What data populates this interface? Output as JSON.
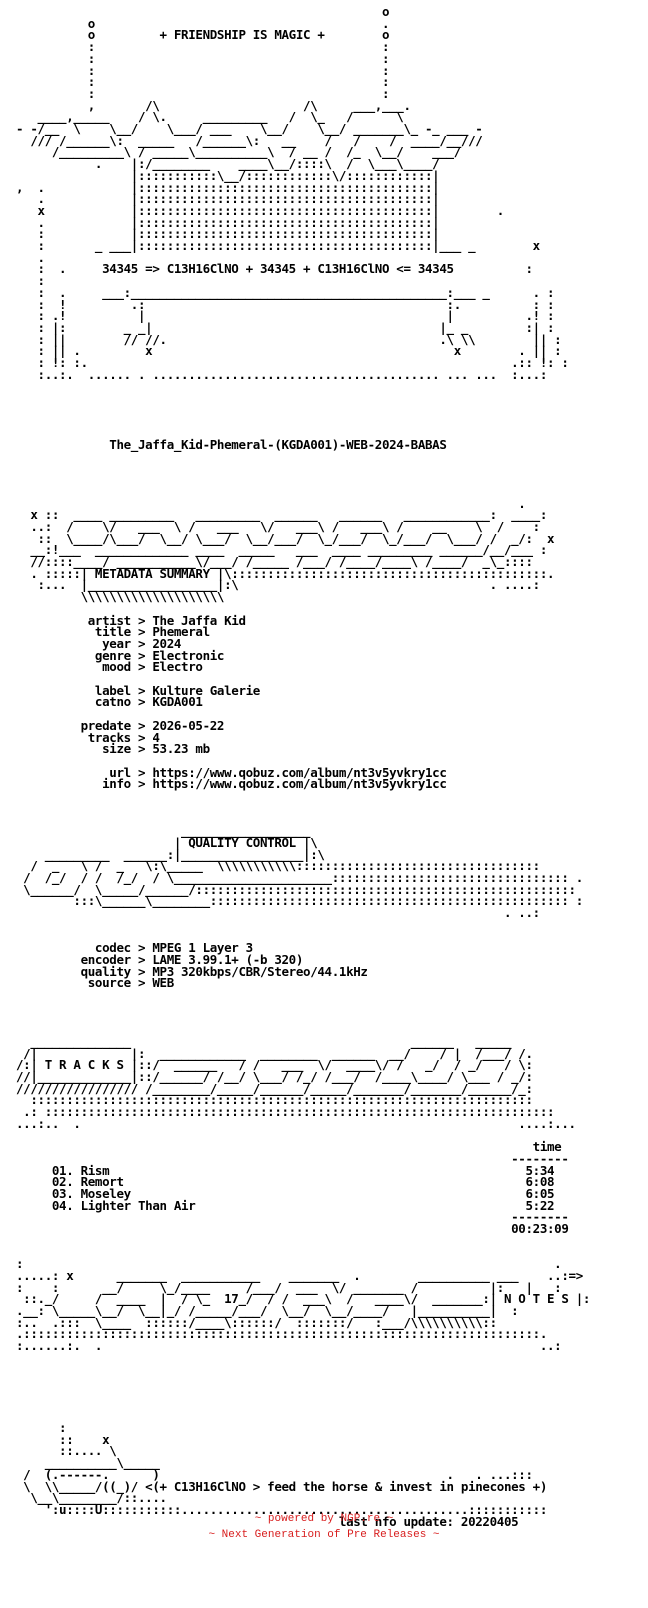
{
  "nfo": {
    "lines": [
      "                                                   o",
      "          o                                        .",
      "          o         + FRIENDSHIP IS MAGIC +        o",
      "          :                                        :",
      "          :                                        :",
      "          :                                        :",
      "          :                                        :",
      "          :                                        :",
      "          ,       /\\                    /\\     ___,___.",
      "   ____,_____    / \\.     _________   /  \\_   /      \\",
      "- -/__  \\    \\__/    \\___/ ___    \\__/    \\__/ _______\\_ -_ ___ -",
      "  /// /______\\:  _____   /______\\:   __    /   /    /  ____/__///",
      "     /_________\\ / _____\\__________\\  / __ /  /_  \\__/    ___/",
      "           .    |:/________    ____\\__/::::\\  /  \\___\\____/",
      "                |:::::::::::\\__/::::::::::::\\/::::::::::::|",
      ",  .            |:::::::::::::::::::::::::::::::::::::::::|",
      "   .            |:::::::::::::::::::::::::::::::::::::::::|",
      "   x            |:::::::::::::::::::::::::::::::::::::::::|        .",
      "   .            |:::::::::::::::::::::::::::::::::::::::::|",
      "   :            |:::::::::::::::::::::::::::::::::::::::::|",
      "   :       _ ___|:::::::::::::::::::::::::::::::::::::::::|___ _        x",
      "   .",
      "   :  .     34345 => C13H16ClNO + 34345 + C13H16ClNO <= 34345          :",
      "   :",
      "   :  .     ___:____________________________________________:___ _      . :",
      "   :  !         .:                                          :.          : :",
      "   : .!          |                                          |          .! :",
      "   : |:        _ _|                                        |_ _        :| :",
      "   : ||        // //.                                      .\\ \\\\        || :",
      "   : || .         x                                          x        . || :",
      "   : !: :.                                                           .:: !: :",
      "   :..:.  ...... . ........................................ ... ...  :...:",
      "",
      "",
      "",
      "",
      "",
      "             The_Jaffa_Kid-Phemeral-(KGDA001)-WEB-2024-BABAS",
      "",
      "",
      "",
      "",
      "                                                                      .",
      "  x ::  ____ _________   _________  ______   ______   ____________:  ____:",
      "  ..:  /    \\/   ___  \\ /   ___   \\/   ___\\ /   ___\\ /    __    \\  /    :",
      "   ::  \\____/\\___/  \\__/ \\___/  \\__/___/  \\_/___/  \\_/___/  \\___/ /  _/:  x",
      "  __:!___  _____________ ____  _____   ___  ____ _________ ______/__/___ :",
      "  //::::____/ ___________\\/___/ /_____ /___/ /____/____\\ /____/  _\\_::::",
      "  . :::::| METADATA SUMMARY |\\::::::::::::::::::::::::::::::::::::::::::::.",
      "   :...  |__________________|:\\                                   . ....:",
      "         \\\\\\\\\\\\\\\\\\\\\\\\\\\\\\\\\\\\\\\\",
      "",
      "          artist > The Jaffa Kid",
      "           title > Phemeral",
      "            year > 2024",
      "           genre > Electronic",
      "            mood > Electro",
      "",
      "           label > Kulture Galerie",
      "           catno > KGDA001",
      "",
      "         predate > 2026-05-22",
      "          tracks > 4",
      "            size > 53.23 mb",
      "",
      "             url > https://www.qobuz.com/album/nt3v5yvkry1cc",
      "            info > https://www.qobuz.com/album/nt3v5yvkry1cc",
      "",
      "",
      "",
      "                       __________________",
      "                      | QUALITY CONTROL |\\",
      "    _________  ______:|_________________|:\\",
      "  /  _   \\ /  _   \\:\\_____  \\\\\\\\\\\\\\\\\\\\\\::::::::::::::::::::::::::::::::::",
      " /  /_/  / /  /_/  / \\______________________::::::::::::::::::::::::::::::::: .",
      " \\______/  \\_____/______/:::::::::::::::::::::::::::::::::::::::::::::::::::::",
      "        :::\\______\\________:::::::::::::::::::::::::::::::::::::::::::::::::: :",
      "                                                                    . ..:",
      "",
      "",
      "           codec > MPEG 1 Layer 3",
      "         encoder > LAME 3.99.1+ (-b 320)",
      "         quality > MP3 320kbps/CBR/Stereo/44.1kHz",
      "          source > WEB",
      "",
      "",
      "",
      "",
      "  ______________                                       ______   _____",
      " /|             |:  ____________  ________  ______  __/    / |  /___/ /.",
      "/:| T R A C K S |::/  ______   / /   ___  \\/  ____\\/ /   _/  / _/   / \\:",
      "//|_____________|::/______/ /__/ \\___/ /_/ /___/  /____\\____/ \\___ / _/:",
      "///////////////// /________/_____/______/_____/_______/_______/______/_:",
      "  ::::::::::::::::::::::::::::::::::::::::::::::::::::::::::::::::::::::",
      " .: :::::::::::::::::::::::::::::::::::::::::::::::::::::::::::::::::::::::",
      "...:..  .                                                             ....:...",
      "",
      "                                                                        time",
      "                                                                     --------",
      "     01. Rism                                                          5:34",
      "     02. Remort                                                        6:08",
      "     03. Moseley                                                       6:05",
      "     04. Lighter Than Air                                              5:22",
      "                                                                     --------",
      "                                                                     00:23:09",
      "",
      "",
      ":                                                                          .",
      ".....: x      _______  ___________    _______  .        __________ ___    ..:=>",
      ":    :      __/     \\_/____     /___/  ___  \\/ _______ /          |:   |   :",
      " ::._/     /  ____  |  / \\_  17_/  / /  ___\\  /   ____\\/  _______:| N O T E S |:",
      ".__: \\_____\\__/  \\__|_/ /_____/___/  \\__/  \\__/____/   |__________|  :",
      ":..  .:::  \\____  ::::::/____\\::::::/  :::::::/   :___/\\\\\\\\\\\\\\\\\\\\::",
      ".::::::::::::::::::::::::::::::::::::::::::::::::::::::::::::::::::::::::.",
      ":......:.  .                                                             ..:",
      "",
      "",
      "",
      "",
      "",
      "",
      "      :",
      "      ::    x",
      "      ::.... \\",
      "    __________\\_____",
      " /  (.------.      )                                        .   . ...:::",
      " \\  \\\\_____/((_)/ <(+ C13H16ClNO > feed the horse & invest in pinecones +)",
      "  \\__\\________/::....",
      "    ':u::::U:::::::::::........................................:::::::::::",
      "                                             last nfo update: 20220405"
    ]
  },
  "footer": {
    "line1": "~ powered by NGP.re ~",
    "line2": "~ Next Generation of Pre Releases ~"
  }
}
